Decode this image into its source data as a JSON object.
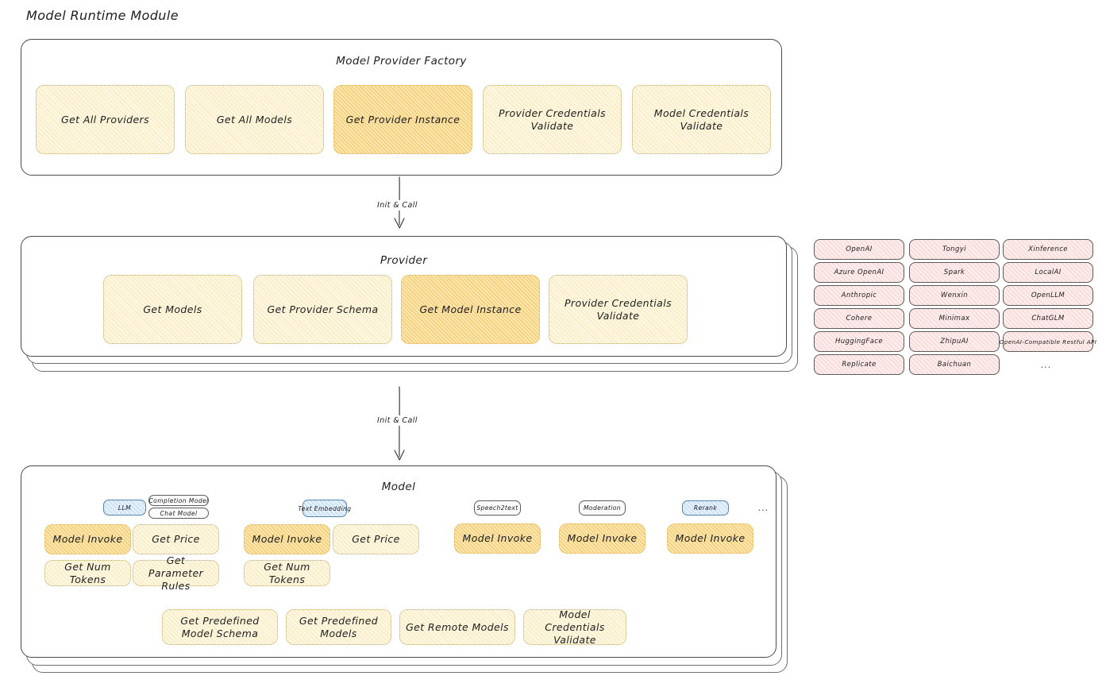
{
  "page": {
    "title": "Model Runtime Module"
  },
  "colors": {
    "node_light_fill": "#fdf6e0",
    "node_strong_fill": "#fbe6b0",
    "provider_pill_fill": "#fdecec",
    "tag_blue_fill": "#e4f0fb",
    "stroke": "#1e1e1e",
    "background": "#ffffff"
  },
  "factory": {
    "title": "Model Provider Factory",
    "nodes": [
      {
        "label": "Get All Providers",
        "highlight": false
      },
      {
        "label": "Get All Models",
        "highlight": false
      },
      {
        "label": "Get Provider Instance",
        "highlight": true
      },
      {
        "label": "Provider Credentials Validate",
        "highlight": false
      },
      {
        "label": "Model Credentials Validate",
        "highlight": false
      }
    ]
  },
  "arrows": [
    {
      "label": "Init & Call"
    },
    {
      "label": "Init & Call"
    }
  ],
  "provider": {
    "title": "Provider",
    "nodes": [
      {
        "label": "Get Models",
        "highlight": false
      },
      {
        "label": "Get Provider Schema",
        "highlight": false
      },
      {
        "label": "Get Model Instance",
        "highlight": true
      },
      {
        "label": "Provider Credentials Validate",
        "highlight": false
      }
    ]
  },
  "provider_list": {
    "columns": [
      [
        "OpenAI",
        "Azure OpenAI",
        "Anthropic",
        "Cohere",
        "HuggingFace",
        "Replicate"
      ],
      [
        "Tongyi",
        "Spark",
        "Wenxin",
        "Minimax",
        "ZhipuAI",
        "Baichuan"
      ],
      [
        "Xinference",
        "LocalAI",
        "OpenLLM",
        "ChatGLM",
        "OpenAI-Compatible Restful API"
      ]
    ],
    "more": "..."
  },
  "model": {
    "title": "Model",
    "more": "...",
    "types": [
      {
        "tag": "LLM",
        "tag_style": "blue",
        "subtags": [
          "Completion Model",
          "Chat Model"
        ],
        "nodes": [
          {
            "label": "Model Invoke",
            "highlight": true
          },
          {
            "label": "Get Price",
            "highlight": false
          },
          {
            "label": "Get Num Tokens",
            "highlight": false
          },
          {
            "label": "Get Parameter Rules",
            "highlight": false
          }
        ]
      },
      {
        "tag": "Text Embedding",
        "tag_style": "blue",
        "subtags": [],
        "nodes": [
          {
            "label": "Model Invoke",
            "highlight": true
          },
          {
            "label": "Get Price",
            "highlight": false
          },
          {
            "label": "Get Num Tokens",
            "highlight": false
          }
        ]
      },
      {
        "tag": "Speech2text",
        "tag_style": "plain",
        "subtags": [],
        "nodes": [
          {
            "label": "Model Invoke",
            "highlight": true
          }
        ]
      },
      {
        "tag": "Moderation",
        "tag_style": "plain",
        "subtags": [],
        "nodes": [
          {
            "label": "Model Invoke",
            "highlight": true
          }
        ]
      },
      {
        "tag": "Rerank",
        "tag_style": "blue",
        "subtags": [],
        "nodes": [
          {
            "label": "Model Invoke",
            "highlight": true
          }
        ]
      }
    ],
    "common_nodes": [
      {
        "label": "Get Predefined Model Schema"
      },
      {
        "label": "Get Predefined Models"
      },
      {
        "label": "Get Remote Models"
      },
      {
        "label": "Model Credentials Validate"
      }
    ]
  }
}
